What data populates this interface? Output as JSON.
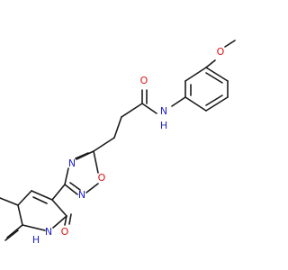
{
  "molecule": {
    "atoms": {
      "o_methoxy": {
        "symbol": "O",
        "color": "#e01010"
      },
      "o_amide": {
        "symbol": "O",
        "color": "#e01010"
      },
      "n_amide": {
        "symbol": "N",
        "color": "#2222cc"
      },
      "h_amide": {
        "symbol": "H",
        "color": "#2222cc"
      },
      "n_oxadiazole_left": {
        "symbol": "N",
        "color": "#2222cc"
      },
      "n_oxadiazole_bottom": {
        "symbol": "N",
        "color": "#2222cc"
      },
      "o_oxadiazole": {
        "symbol": "O",
        "color": "#e01010"
      },
      "o_quinolone": {
        "symbol": "O",
        "color": "#e01010"
      },
      "n_quinoline": {
        "symbol": "N",
        "color": "#2222cc"
      },
      "h_quinoline": {
        "symbol": "H",
        "color": "#2222cc"
      }
    },
    "bond_color": "#1a1a1a"
  }
}
